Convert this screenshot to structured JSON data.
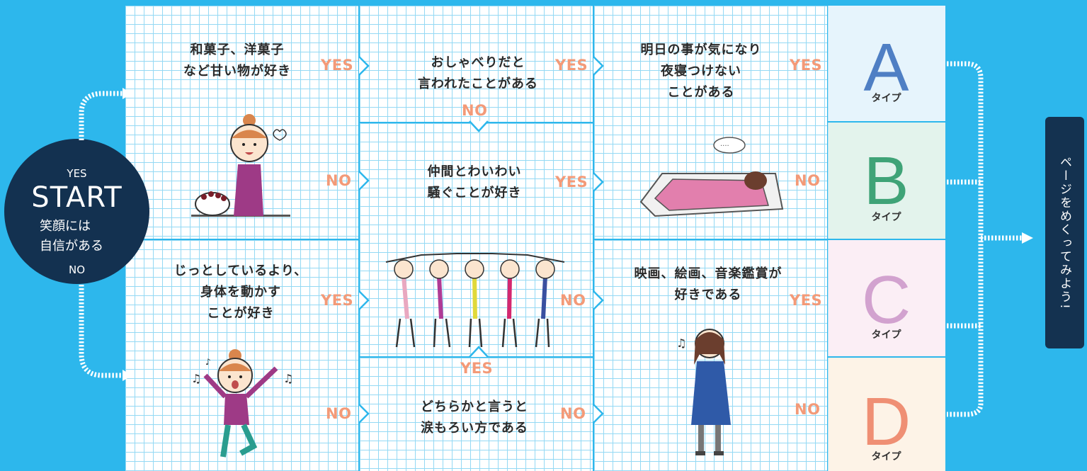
{
  "start": {
    "title": "START",
    "question": "笑顔には\n自信がある",
    "yes": "YES",
    "no": "NO"
  },
  "questions": {
    "q1": "和菓子、洋菓子\nなど甘い物が好き",
    "q2": "じっとしているより、\n身体を動かす\nことが好き",
    "q3": "おしゃべりだと\n言われたことがある",
    "q4": "仲間とわいわい\n騒ぐことが好き",
    "q5": "どちらかと言うと\n涙もろい方である",
    "q6": "明日の事が気になり\n夜寝つけない\nことがある",
    "q7": "映画、絵画、音楽鑑賞が\n好きである"
  },
  "answers": {
    "yes": "YES",
    "no": "NO"
  },
  "types": [
    {
      "letter": "A",
      "label": "タイプ",
      "color": "#4f7fc4",
      "bg": "#e6f4fc"
    },
    {
      "letter": "B",
      "label": "タイプ",
      "color": "#3fa377",
      "bg": "#e3f3ec"
    },
    {
      "letter": "C",
      "label": "タイプ",
      "color": "#d2a2cf",
      "bg": "#fbeef5"
    },
    {
      "letter": "D",
      "label": "タイプ",
      "color": "#ef8f74",
      "bg": "#fdf3e7"
    }
  ],
  "side_tab": "ページをめくってみよう!",
  "colors": {
    "background": "#2db7ec",
    "navy": "#133150",
    "answer": "#f39a78",
    "grid": "#94d9f4"
  },
  "illustrations": [
    "woman-with-cake-icon",
    "woman-dancing-icon",
    "friends-cheering-icon",
    "person-sleeping-futon-icon",
    "girl-walking-coat-icon"
  ]
}
